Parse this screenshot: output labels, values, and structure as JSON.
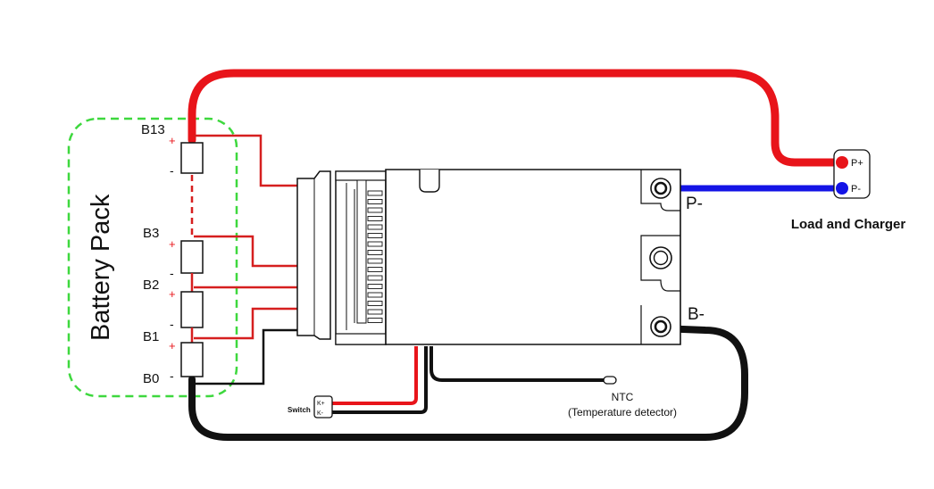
{
  "battery_pack": {
    "title": "Battery Pack",
    "cells": [
      {
        "label": "B13",
        "plus": "+",
        "minus": "-"
      },
      {
        "label": "B3",
        "plus": "+",
        "minus": "-"
      },
      {
        "label": "B2",
        "plus": "+",
        "minus": "-"
      },
      {
        "label": "B1",
        "plus": "+",
        "minus": "-"
      },
      {
        "label": "B0"
      }
    ]
  },
  "bms_board": {
    "p_minus_label": "P-",
    "b_minus_label": "B-"
  },
  "load": {
    "title": "Load and Charger",
    "p_plus": "P+",
    "p_minus": "P-"
  },
  "switch": {
    "label": "Switch",
    "k_plus": "K+",
    "k_minus": "K-"
  },
  "ntc": {
    "line1": "NTC",
    "line2": "(Temperature detector)"
  },
  "colors": {
    "positive": "#e8141a",
    "negative": "#111111",
    "p_minus_wire": "#1414e6",
    "balance": "#d61f1f",
    "pack_outline": "#3ed83e"
  }
}
